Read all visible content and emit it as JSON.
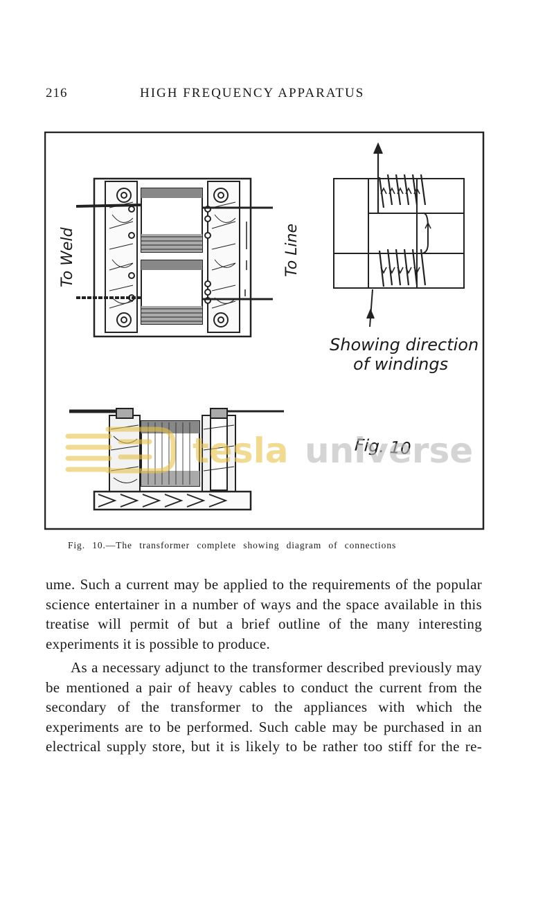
{
  "header": {
    "page_number": "216",
    "running_title": "HIGH FREQUENCY APPARATUS"
  },
  "figure": {
    "label_to_weld": "To Weld",
    "label_to_line": "To Line",
    "label_windings_line1": "Showing direction",
    "label_windings_line2": "of windings",
    "label_fig": "Fig. 10",
    "watermark_text_1": "tesla",
    "watermark_text_2": "universe",
    "watermark_color": "#e8c24a"
  },
  "caption": "Fig. 10.—The transformer complete showing diagram of connections",
  "body": {
    "paragraph1": "ume. Such a current may be applied to the requirements of the popular science entertainer in a number of ways and the space available in this treatise will permit of but a brief outline of the many interesting experiments it is possible to produce.",
    "paragraph2": "As a necessary adjunct to the transformer described previously may be mentioned a pair of heavy cables to conduct the current from the secondary of the transformer to the appliances with which the experiments are to be performed. Such cable may be purchased in an electrical supply store, but it is likely to be rather too stiff for the re-"
  }
}
